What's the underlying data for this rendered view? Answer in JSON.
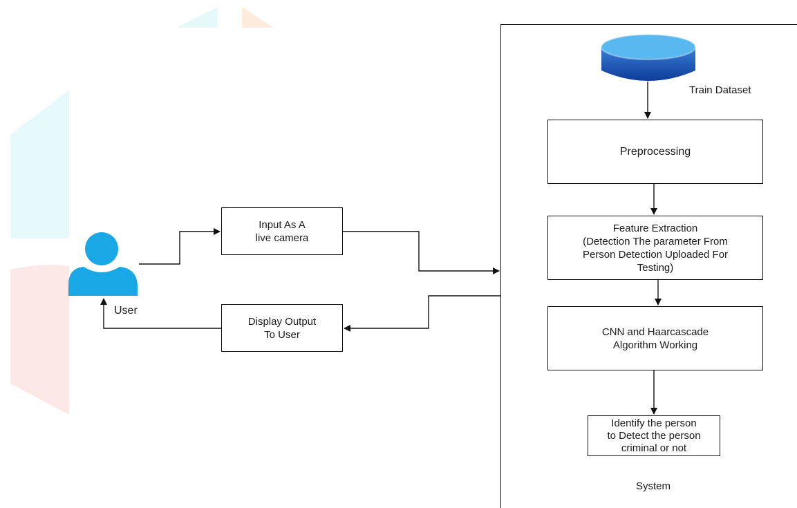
{
  "diagram": {
    "nodes": {
      "user_label": "User",
      "input": "Input As A\nlive camera",
      "output": "Display Output\nTo User",
      "train_dataset": "Train Dataset",
      "preprocessing": "Preprocessing",
      "feature_extraction": "Feature Extraction\n(Detection The parameter From\nPerson Detection Uploaded For\nTesting)",
      "cnn": "CNN and Haarcascade\nAlgorithm Working",
      "identify": "Identify the person\nto Detect the person\ncriminal or not",
      "system_label": "System"
    },
    "edges": [
      {
        "from": "user",
        "to": "input"
      },
      {
        "from": "input",
        "to": "system"
      },
      {
        "from": "system",
        "to": "output"
      },
      {
        "from": "output",
        "to": "user"
      },
      {
        "from": "train_dataset",
        "to": "preprocessing"
      },
      {
        "from": "preprocessing",
        "to": "feature_extraction"
      },
      {
        "from": "feature_extraction",
        "to": "cnn"
      },
      {
        "from": "cnn",
        "to": "identify"
      }
    ],
    "colors": {
      "user_icon": "#1aa7e6",
      "database_top": "#5ab8f0",
      "database_body": "#0d3c9a",
      "watermark_cyan": "#e3f9fb",
      "watermark_red": "#fde6e6",
      "watermark_orange": "#fde9d9"
    }
  }
}
